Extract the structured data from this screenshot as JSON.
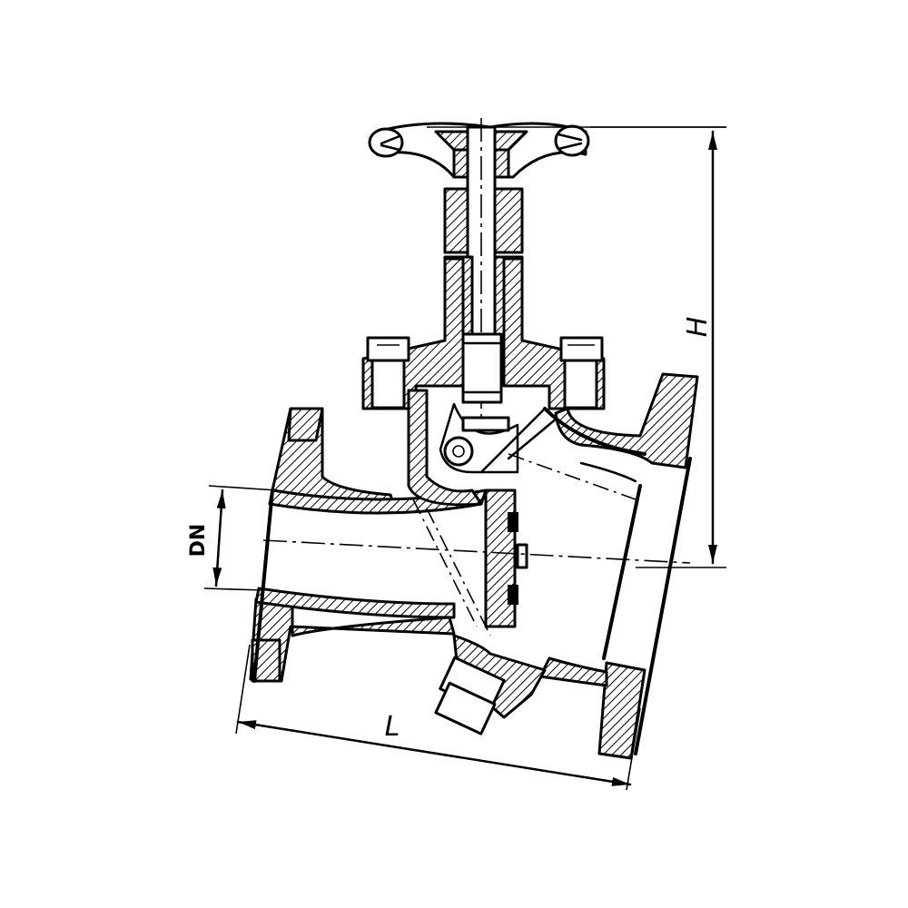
{
  "dimensions": {
    "height_label": "H",
    "length_label": "L",
    "nominal_diameter_label": "DN"
  },
  "colors": {
    "line": "#000000",
    "background": "#ffffff"
  }
}
